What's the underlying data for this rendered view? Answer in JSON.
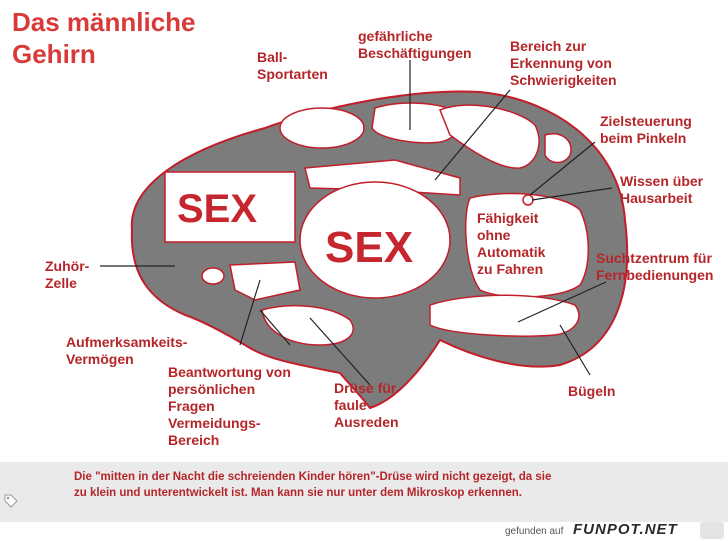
{
  "title": {
    "line1": "Das männliche",
    "line2": "Gehirn"
  },
  "regions": {
    "sex_box": "SEX",
    "sex_circle": "SEX"
  },
  "labels": {
    "ball": [
      "Ball-",
      "Sportarten"
    ],
    "gefaehrlich": [
      "gefährliche",
      "Beschäftigungen"
    ],
    "schwierig": [
      "Bereich zur",
      "Erkennung von",
      "Schwierigkeiten"
    ],
    "ziel": [
      "Zielsteuerung",
      "beim Pinkeln"
    ],
    "wissen": [
      "Wissen über",
      "Hausarbeit"
    ],
    "faehigkeit": [
      "Fähigkeit",
      "ohne",
      "Automatik",
      "zu Fahren"
    ],
    "sucht": [
      "Suchtzentrum für",
      "Fernbedienungen"
    ],
    "zuhoer": [
      "Zuhör-",
      "Zelle"
    ],
    "aufmerk": [
      "Aufmerksamkeits-",
      "Vermögen"
    ],
    "beantwort": [
      "Beantwortung von",
      "persönlichen",
      "Fragen",
      "Vermeidungs-",
      "Bereich"
    ],
    "druese": [
      "Drüse für",
      "faule",
      "Ausreden"
    ],
    "buegeln": [
      "Bügeln"
    ]
  },
  "footnote": {
    "line1": "Die \"mitten in der Nacht die schreienden Kinder hören\"-Drüse wird nicht gezeigt, da sie",
    "line2": "zu klein und unterentwickelt ist. Man kann sie nur unter dem Mikroskop erkennen."
  },
  "watermark": {
    "prefix": "gefunden auf",
    "site": "FUNPOT.NET"
  },
  "colors": {
    "brain_fill": "#7c7c7c",
    "region_fill": "#ffffff",
    "outline": "#c21e2a",
    "text": "#b5262a"
  }
}
